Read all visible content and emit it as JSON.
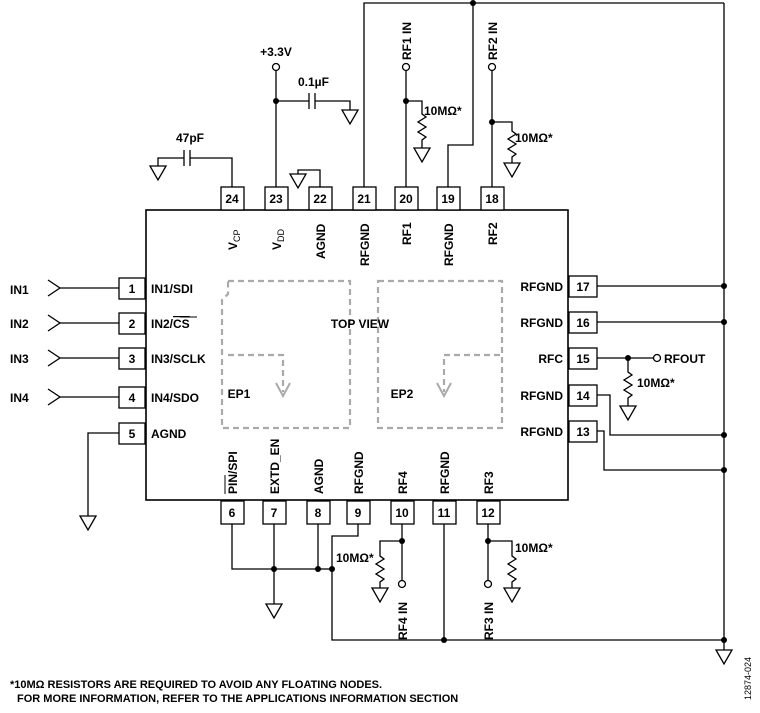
{
  "pins": {
    "p1": "1",
    "p2": "2",
    "p3": "3",
    "p4": "4",
    "p5": "5",
    "p6": "6",
    "p7": "7",
    "p8": "8",
    "p9": "9",
    "p10": "10",
    "p11": "11",
    "p12": "12",
    "p13": "13",
    "p14": "14",
    "p15": "15",
    "p16": "16",
    "p17": "17",
    "p18": "18",
    "p19": "19",
    "p20": "20",
    "p21": "21",
    "p22": "22",
    "p23": "23",
    "p24": "24"
  },
  "pin_names": {
    "p1": "IN1/SDI",
    "p2_pre": "IN2/",
    "p2_bar": "CS",
    "p3": "IN3/SCLK",
    "p4": "IN4/SDO",
    "p5": "AGND",
    "p6_bar": "PIN",
    "p6_post": "/SPI",
    "p7": "EXTD_EN",
    "p8": "AGND",
    "p9": "RFGND",
    "p10": "RF4",
    "p11": "RFGND",
    "p12": "RF3",
    "p13": "RFGND",
    "p14": "RFGND",
    "p15": "RFC",
    "p16": "RFGND",
    "p17": "RFGND",
    "p18": "RF2",
    "p19": "RFGND",
    "p20": "RF1",
    "p21": "RFGND",
    "p22": "AGND",
    "p23_main": "V",
    "p23_sub": "DD",
    "p24_main": "V",
    "p24_sub": "CP"
  },
  "signals": {
    "in1": "IN1",
    "in2": "IN2",
    "in3": "IN3",
    "in4": "IN4",
    "vsupply": "+3.3V",
    "cap_vdd": "0.1µF",
    "cap_vcp": "47pF",
    "rf1_in": "RF1 IN",
    "rf2_in": "RF2 IN",
    "rf3_in": "RF3 IN",
    "rf4_in": "RF4 IN",
    "rfout": "RFOUT",
    "res_rf1": "10MΩ*",
    "res_rf2": "10MΩ*",
    "res_rfc": "10MΩ*",
    "res_rf3": "10MΩ*",
    "res_rf4": "10MΩ*"
  },
  "labels": {
    "top_view": "TOP VIEW",
    "ep1": "EP1",
    "ep2": "EP2",
    "note_line1": "*10MΩ RESISTORS ARE REQUIRED TO AVOID ANY FLOATING NODES.",
    "note_line2": "FOR MORE INFORMATION, REFER TO THE APPLICATIONS INFORMATION SECTION",
    "figure_id": "12874-024"
  }
}
